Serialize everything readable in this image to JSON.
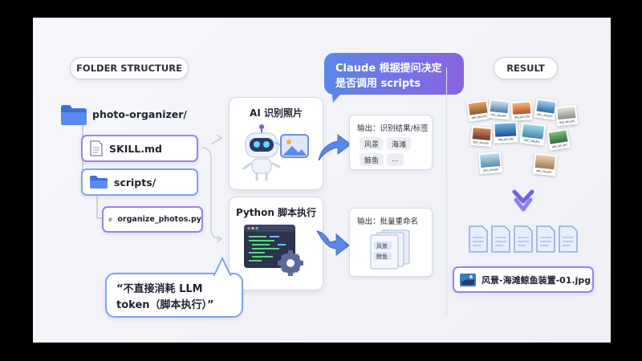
{
  "header": {
    "folder_structure": "FOLDER STRUCTURE",
    "result": "RESULT"
  },
  "tree": {
    "root": "photo-organizer/",
    "skill_file": "SKILL.md",
    "scripts_folder": "scripts/",
    "script_file": "organize_photos.py"
  },
  "ai_card": {
    "title": "AI 识别照片"
  },
  "python_card": {
    "title": "Python 脚本执行"
  },
  "bubble_top": {
    "line1": "Claude 根据提问决定",
    "line2": "是否调用 scripts"
  },
  "bubble_bottom": {
    "line1": "“不直接消耗 LLM",
    "line2": "token（脚本执行）”"
  },
  "output_tags": {
    "title": "输出：识别结果/标签",
    "tags": [
      "风景",
      "海滩",
      "鲸鱼",
      "..."
    ]
  },
  "output_rename": {
    "title": "输出：批量重命名",
    "doc_labels": [
      "风景",
      "鲸鱼"
    ]
  },
  "photos": {
    "labels": [
      "IMG_001.JPG",
      "DSC_456.JPG",
      "IMG_001.JPG",
      "DSC_456.JPG",
      "IMG_001.JPG",
      "DSC_456.JPG",
      "IMG_001.JPG",
      "DSC_456.JPG",
      "IMG_001.JPG",
      "DSC_456.JPG",
      "IMG_003.JPG"
    ]
  },
  "result_file": {
    "name": "风景-海滩鲸鱼装置-01.jpg"
  },
  "colors": {
    "accent_purple": "#8a63e0",
    "accent_blue": "#4a7fe6",
    "folder_blue": "#3d6fd8",
    "text_dark": "#1d2230"
  }
}
